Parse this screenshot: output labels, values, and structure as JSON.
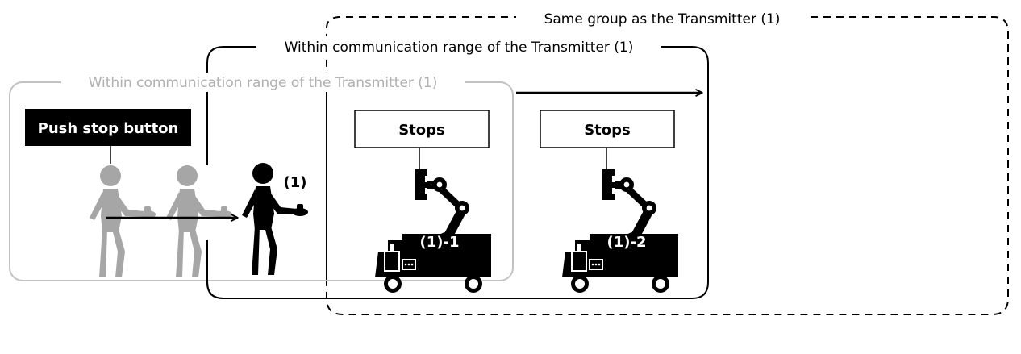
{
  "diagram": {
    "group_label": "Same group as the Transmitter (1)",
    "range_label": "Within communication range of the Transmitter (1)",
    "range_label_faded": "Within communication range of the Transmitter (1)",
    "action_label": "Push stop button",
    "operator_id": "(1)",
    "robots": [
      {
        "status": "Stops",
        "id": "(1)-1"
      },
      {
        "status": "Stops",
        "id": "(1)-2"
      }
    ]
  },
  "colors": {
    "foreground": "#000000",
    "faded": "#bdbdbd",
    "faded_figure": "#a6a6a6",
    "background": "#ffffff"
  },
  "icons": [
    "person-icon",
    "stop-button-icon",
    "robot-vehicle-icon",
    "arrow-icon"
  ]
}
